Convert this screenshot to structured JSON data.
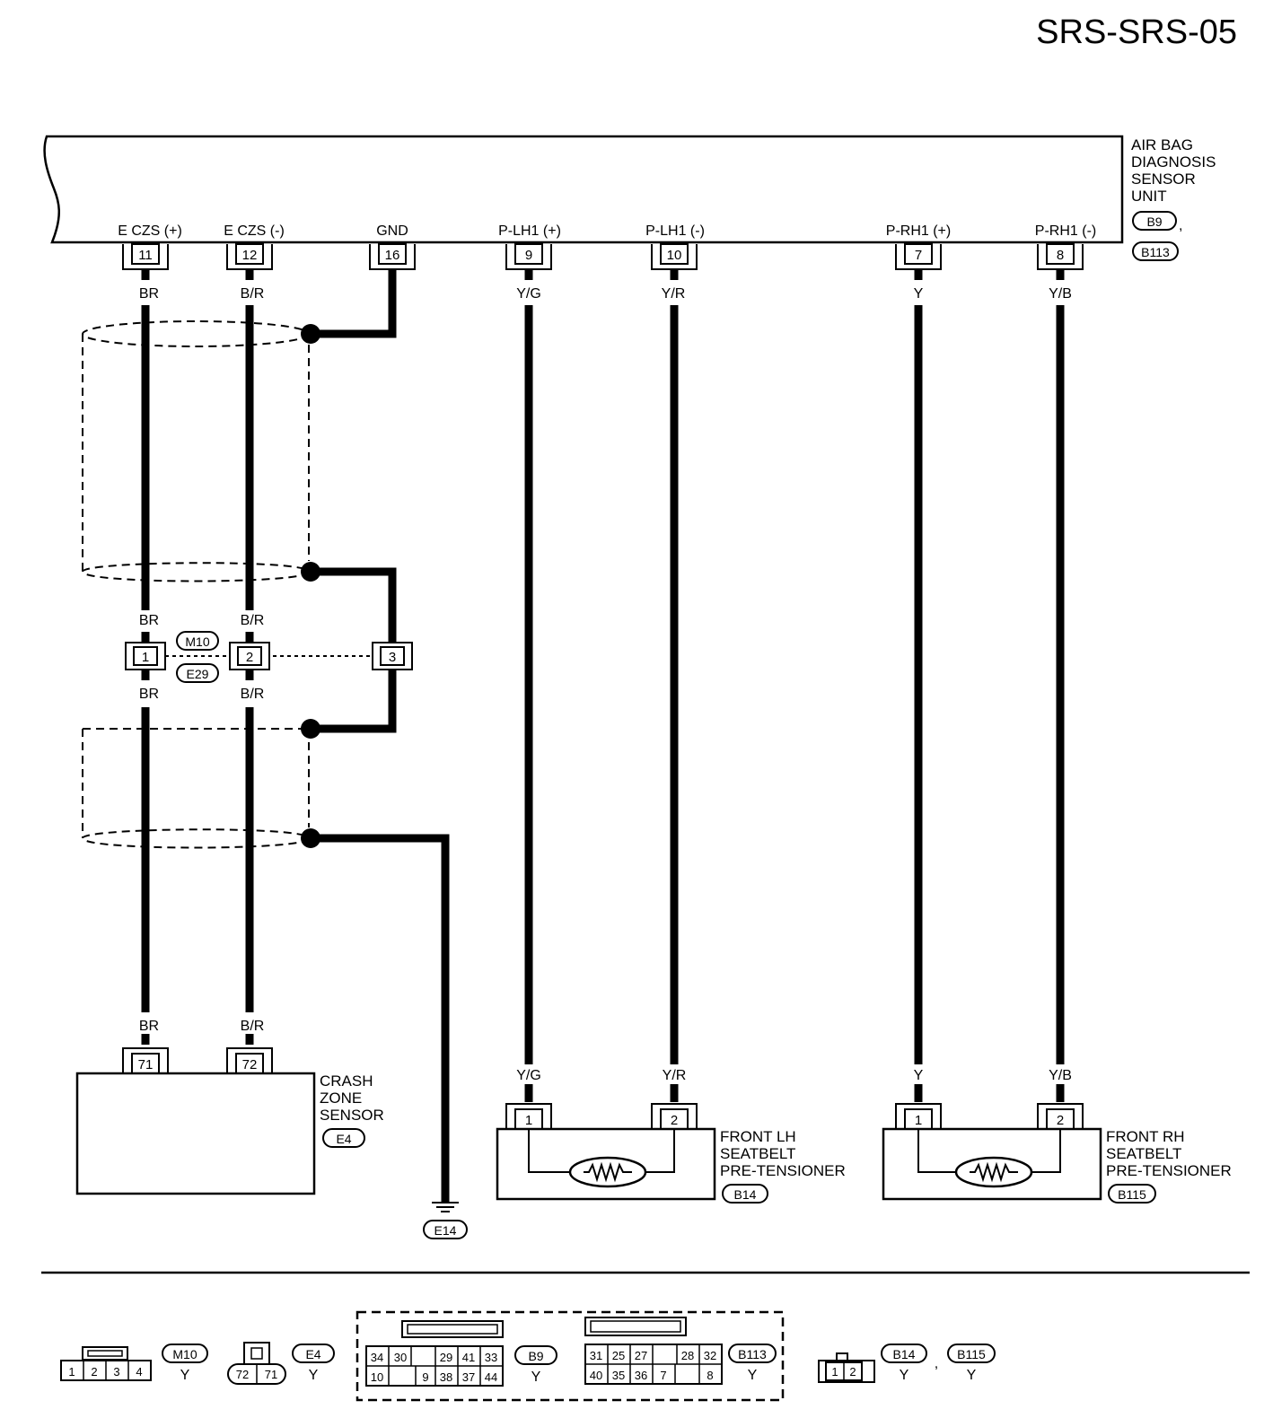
{
  "page_title": "SRS-SRS-05",
  "unit": {
    "label_lines": [
      "AIR BAG",
      "DIAGNOSIS",
      "SENSOR",
      "UNIT"
    ],
    "connectors": [
      "B9",
      "B113"
    ],
    "pins": [
      {
        "label": "E CZS (+)",
        "pin": "11",
        "wire": "BR"
      },
      {
        "label": "E CZS (-)",
        "pin": "12",
        "wire": "B/R"
      },
      {
        "label": "GND",
        "pin": "16",
        "wire": ""
      },
      {
        "label": "P-LH1 (+)",
        "pin": "9",
        "wire": "Y/G"
      },
      {
        "label": "P-LH1 (-)",
        "pin": "10",
        "wire": "Y/R"
      },
      {
        "label": "P-RH1 (+)",
        "pin": "7",
        "wire": "Y"
      },
      {
        "label": "P-RH1 (-)",
        "pin": "8",
        "wire": "Y/B"
      }
    ]
  },
  "joint_connector": {
    "badges": [
      "M10",
      "E29"
    ],
    "pins": [
      "1",
      "2",
      "3"
    ],
    "wires_above": [
      "BR",
      "B/R"
    ],
    "wires_below": [
      "BR",
      "B/R"
    ]
  },
  "crash_zone_sensor": {
    "label_lines": [
      "CRASH",
      "ZONE",
      "SENSOR"
    ],
    "connector": "E4",
    "pins": [
      "71",
      "72"
    ],
    "wires": [
      "BR",
      "B/R"
    ]
  },
  "ground": {
    "connector": "E14"
  },
  "front_lh": {
    "label_lines": [
      "FRONT LH",
      "SEATBELT",
      "PRE-TENSIONER"
    ],
    "connector": "B14",
    "pins": [
      "1",
      "2"
    ],
    "wires": [
      "Y/G",
      "Y/R"
    ]
  },
  "front_rh": {
    "label_lines": [
      "FRONT RH",
      "SEATBELT",
      "PRE-TENSIONER"
    ],
    "connector": "B115",
    "pins": [
      "1",
      "2"
    ],
    "wires": [
      "Y",
      "Y/B"
    ]
  },
  "connector_key": {
    "m10": {
      "badge": "M10",
      "color": "Y",
      "pins": [
        "1",
        "2",
        "3",
        "4"
      ]
    },
    "e4": {
      "badge": "E4",
      "color": "Y",
      "pins": [
        "72",
        "71"
      ]
    },
    "b9": {
      "badge": "B9",
      "color": "Y",
      "row1": [
        "34",
        "30",
        "",
        "29",
        "41",
        "33"
      ],
      "row2": [
        "10",
        "",
        "9",
        "38",
        "37",
        "44"
      ]
    },
    "b113": {
      "badge": "B113",
      "color": "Y",
      "row1": [
        "31",
        "25",
        "27",
        "",
        "28",
        "32"
      ],
      "row2": [
        "40",
        "35",
        "36",
        "7",
        "",
        "8"
      ]
    },
    "b14_b115": {
      "badges": [
        "B14",
        "B115"
      ],
      "separator": ",",
      "colors": [
        "Y",
        "Y"
      ],
      "pins": [
        "1",
        "2"
      ]
    }
  }
}
